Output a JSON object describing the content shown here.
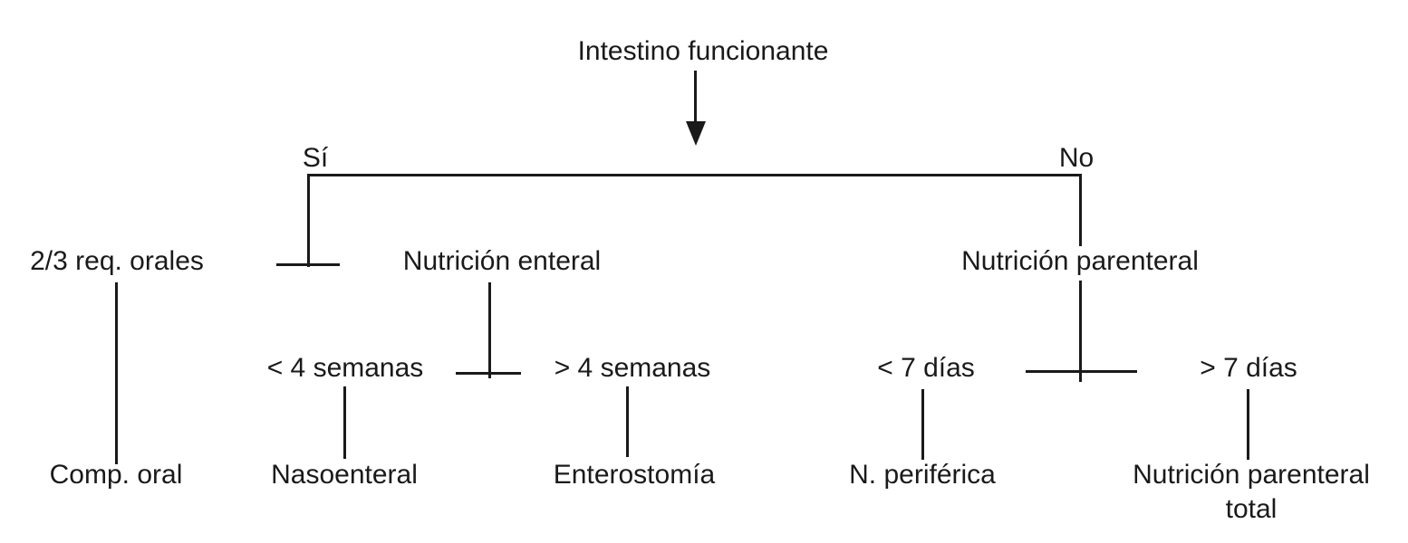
{
  "title": "Intestino funcionante",
  "branches": {
    "yes": "Sí",
    "no": "No"
  },
  "nodes": {
    "oral_requirement": "2/3 req. orales",
    "oral_outcome": "Comp. oral",
    "enteral": "Nutrición enteral",
    "enteral_short": "< 4 semanas",
    "enteral_long": "> 4 semanas",
    "enteral_short_outcome": "Nasoenteral",
    "enteral_long_outcome": "Enterostomía",
    "parenteral": "Nutrición parenteral",
    "parenteral_short": "< 7 días",
    "parenteral_long": "> 7 días",
    "parenteral_short_outcome": "N. periférica",
    "parenteral_long_outcome_line1": "Nutrición parenteral",
    "parenteral_long_outcome_line2": "total"
  },
  "colors": {
    "ink": "#1a1a1a",
    "background": "#ffffff"
  }
}
